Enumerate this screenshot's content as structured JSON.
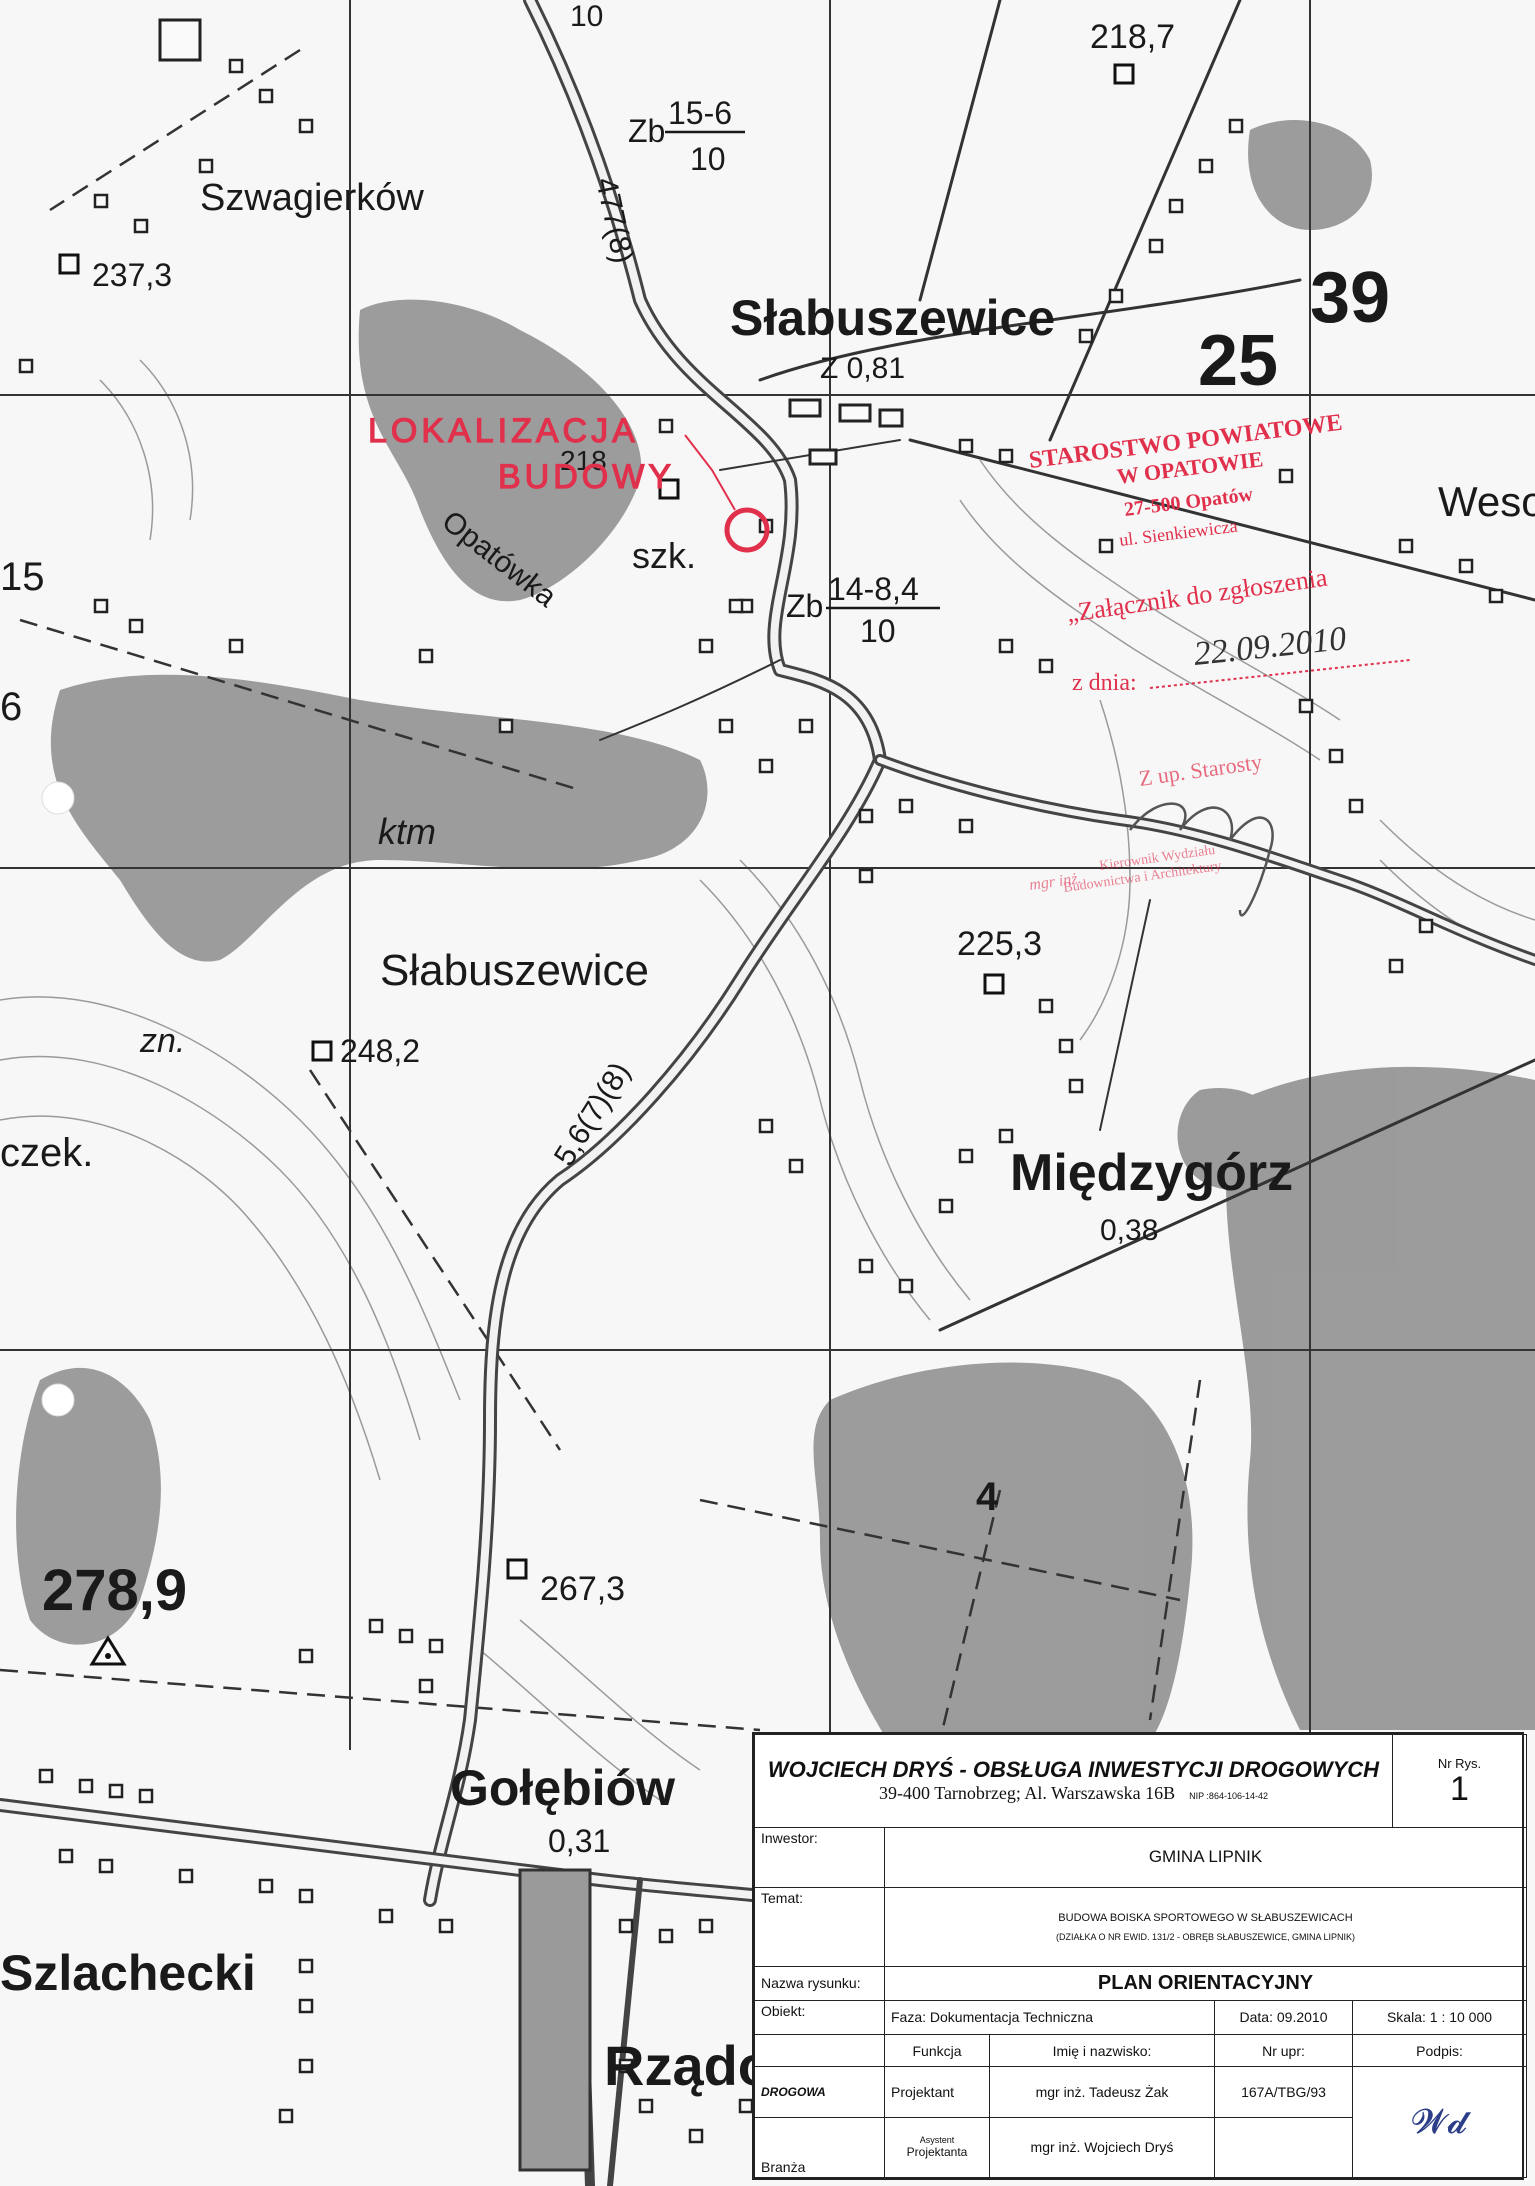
{
  "map": {
    "labels": {
      "top_number": "10",
      "elev_218_7": "218,7",
      "zb_top": "Zb",
      "zb_top_frac_num": "15-6",
      "zb_top_frac_den": "10",
      "szwagierkow": "Szwagierków",
      "elev_237_3": "237,3",
      "road_477": "477(8)",
      "grid_39": "39",
      "grid_25": "25",
      "slabuszewice_top": "Słabuszewice",
      "slabuszewice_top_sub": "Z 0,81",
      "elev_218": "218",
      "szk": "szk.",
      "zb_mid": "Zb",
      "zb_mid_frac_num": "14-8,4",
      "zb_mid_frac_den": "10",
      "opatowka": "Opatówka",
      "wesola": "Wesoł",
      "grid_15": "15",
      "grid_6": "6",
      "ktm": "ktm",
      "elev_225_3": "225,3",
      "slabuszewice_mid": "Słabuszewice",
      "zn": "zn.",
      "elev_248_2": "248,2",
      "road_5_6": "5,6(7)(8)",
      "czek": "czek.",
      "miedzygorz": "Międzygórz",
      "miedzygorz_sub": "0,38",
      "elev_278_9": "278,9",
      "elev_267_3": "267,3",
      "golebiow": "Gołębiów",
      "golebiow_sub": "0,31",
      "szlachecki": "Szlachecki",
      "rzado": "Rządo",
      "forest_4": "4"
    },
    "location_marker": {
      "line1": "LOKALIZACJA",
      "line2": "BUDOWY"
    },
    "stamp": {
      "line1": "STAROSTWO POWIATOWE",
      "line2": "W OPATOWIE",
      "line3": "27-500 Opatów",
      "line4": "ul. Sienkiewicza",
      "attachment": "„Załącznik do zgłoszenia",
      "date_label": "z dnia:",
      "date_value": "22.09.2010",
      "sig_line1": "Z up. Starosty",
      "sig_line2": "mgr inż.",
      "sig_line3": "Kierownik Wydziału",
      "sig_line4": "Budownictwa i Architektury"
    },
    "colors": {
      "forest": "#8c8c8c",
      "road": "#444444",
      "stamp_red": "#e0304c",
      "signature_blue": "#2c3e88"
    }
  },
  "titleblock": {
    "company": "WOJCIECH DRYŚ - OBSŁUGA INWESTYCJI DROGOWYCH",
    "address": "39-400 Tarnobrzeg; Al. Warszawska 16B",
    "nip": "NIP :864-106-14-42",
    "nr_rys_label": "Nr Rys.",
    "nr_rys_value": "1",
    "inwestor_label": "Inwestor:",
    "inwestor_value": "GMINA LIPNIK",
    "temat_label": "Temat:",
    "temat_value": "BUDOWA BOISKA SPORTOWEGO W SŁABUSZEWICACH",
    "temat_sub": "(DZIAŁKA O NR EWID. 131/2 - OBRĘB SŁABUSZEWICE, GMINA LIPNIK)",
    "nazwa_label": "Nazwa rysunku:",
    "nazwa_value": "PLAN ORIENTACYJNY",
    "obiekt_label": "Obiekt:",
    "faza": "Faza:  Dokumentacja Techniczna",
    "data": "Data:  09.2010",
    "skala": "Skala:  1 :  10 000",
    "col_funkcja": "Funkcja",
    "col_imie": "Imię  i  nazwisko:",
    "col_nr": "Nr  upr:",
    "col_podpis": "Podpis:",
    "drogowa": "DROGOWA",
    "projektant": "Projektant",
    "projektant_name": "mgr inż.  Tadeusz  Żak",
    "projektant_nr": "167A/TBG/93",
    "branza": "Branża",
    "asystent_line1": "Asystent",
    "asystent_line2": "Projektanta",
    "asystent_name": "mgr inż.  Wojciech Dryś"
  }
}
